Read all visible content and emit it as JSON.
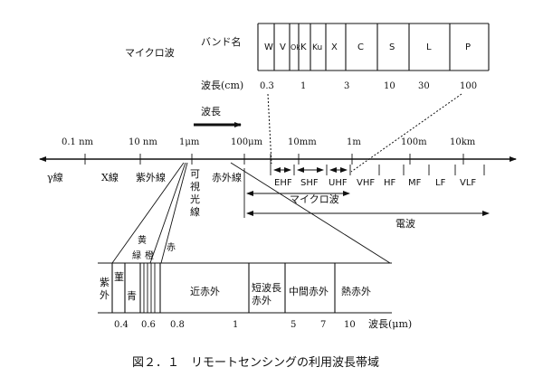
{
  "microwave_bands": {
    "title": "マイクロ波",
    "band_name_label": "バンド名",
    "bands": [
      "W",
      "V",
      "Ok",
      "K",
      "Ku",
      "X",
      "C",
      "S",
      "L",
      "P"
    ],
    "wavelength_label": "波長(cm)",
    "wavelength_ticks": [
      "0.3",
      "1",
      "3",
      "10",
      "30",
      "100"
    ]
  },
  "main_spectrum": {
    "direction_label": "波長",
    "ticks": [
      "0.1 nm",
      "10 nm",
      "1μm",
      "100μm",
      "10mm",
      "1m",
      "100m",
      "10km"
    ],
    "regions": [
      "γ線",
      "X線",
      "紫外線",
      "赤外線"
    ],
    "visible_label": [
      "可",
      "視",
      "光",
      "線"
    ],
    "radio_bands": [
      "EHF",
      "SHF",
      "UHF",
      "VHF",
      "HF",
      "MF",
      "LF",
      "VLF"
    ],
    "microwave_span_label": "マイクロ波",
    "radio_span_label": "電波"
  },
  "detail_spectrum": {
    "color_labels": {
      "violet": "菫",
      "blue": "青",
      "yellow": "黄",
      "green": "緑",
      "orange": "橙",
      "red": "赤"
    },
    "cells": {
      "uv": "紫外",
      "near_ir": "近赤外",
      "swir": "短波長赤外",
      "mid_ir": "中間赤外",
      "thermal_ir": "熱赤外"
    },
    "ticks": [
      "0.4",
      "0.6",
      "0.8",
      "1",
      "5",
      "7",
      "10"
    ],
    "axis_label": "波長(μm)"
  },
  "caption": "図２．１　リモートセンシングの利用波長帯域"
}
